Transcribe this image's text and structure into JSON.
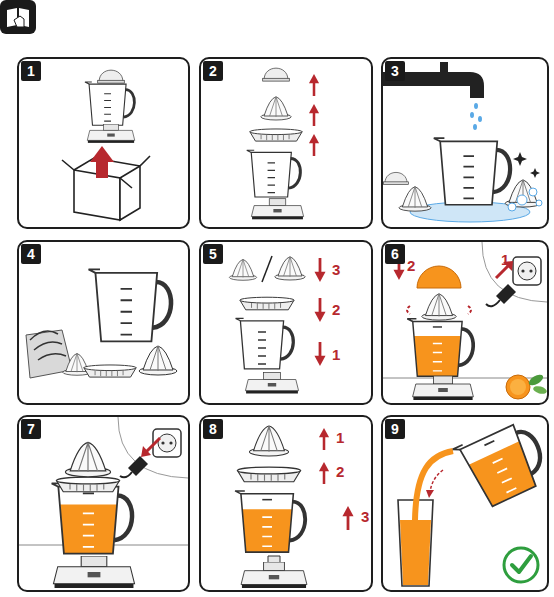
{
  "diagram": {
    "nodes": [
      {
        "text": [
          "1"
        ]
      },
      {
        "text": [
          "2"
        ]
      },
      {
        "text": [
          "3"
        ]
      },
      {
        "text": [
          "4"
        ]
      },
      {
        "text": [
          "5",
          "3",
          "2",
          "1"
        ]
      },
      {
        "text": [
          "6",
          "2",
          "1"
        ]
      },
      {
        "text": [
          "7"
        ]
      },
      {
        "text": [
          "8",
          "1",
          "2",
          "3"
        ]
      },
      {
        "text": [
          "9"
        ]
      }
    ]
  }
}
